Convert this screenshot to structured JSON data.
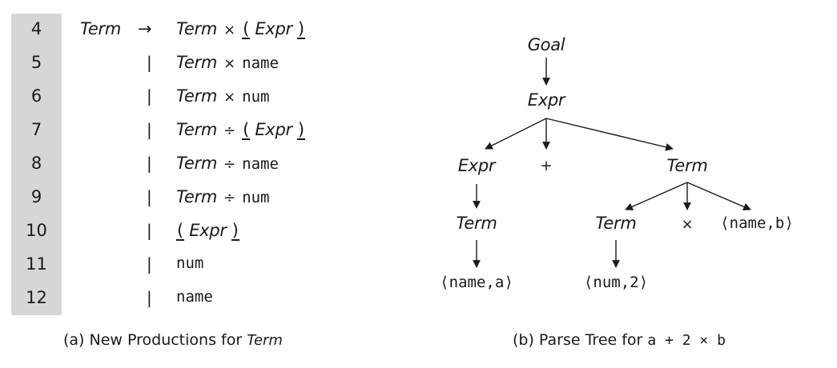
{
  "productions": {
    "rows": [
      {
        "num": "4",
        "lhs": "Term",
        "arrow": "→",
        "bar": "",
        "rhs": [
          {
            "t": "it",
            "v": "Term"
          },
          {
            "t": "sym",
            "v": "×"
          },
          {
            "t": "paren",
            "v": "("
          },
          {
            "t": "it",
            "v": "Expr"
          },
          {
            "t": "paren",
            "v": ")"
          }
        ]
      },
      {
        "num": "5",
        "lhs": "",
        "arrow": "",
        "bar": "|",
        "rhs": [
          {
            "t": "it",
            "v": "Term"
          },
          {
            "t": "sym",
            "v": "×"
          },
          {
            "t": "mono",
            "v": "name"
          }
        ]
      },
      {
        "num": "6",
        "lhs": "",
        "arrow": "",
        "bar": "|",
        "rhs": [
          {
            "t": "it",
            "v": "Term"
          },
          {
            "t": "sym",
            "v": "×"
          },
          {
            "t": "mono",
            "v": "num"
          }
        ]
      },
      {
        "num": "7",
        "lhs": "",
        "arrow": "",
        "bar": "|",
        "rhs": [
          {
            "t": "it",
            "v": "Term"
          },
          {
            "t": "sym",
            "v": "÷"
          },
          {
            "t": "paren",
            "v": "("
          },
          {
            "t": "it",
            "v": "Expr"
          },
          {
            "t": "paren",
            "v": ")"
          }
        ]
      },
      {
        "num": "8",
        "lhs": "",
        "arrow": "",
        "bar": "|",
        "rhs": [
          {
            "t": "it",
            "v": "Term"
          },
          {
            "t": "sym",
            "v": "÷"
          },
          {
            "t": "mono",
            "v": "name"
          }
        ]
      },
      {
        "num": "9",
        "lhs": "",
        "arrow": "",
        "bar": "|",
        "rhs": [
          {
            "t": "it",
            "v": "Term"
          },
          {
            "t": "sym",
            "v": "÷"
          },
          {
            "t": "mono",
            "v": "num"
          }
        ]
      },
      {
        "num": "10",
        "lhs": "",
        "arrow": "",
        "bar": "|",
        "rhs": [
          {
            "t": "paren",
            "v": "("
          },
          {
            "t": "it",
            "v": "Expr"
          },
          {
            "t": "paren",
            "v": ")"
          }
        ]
      },
      {
        "num": "11",
        "lhs": "",
        "arrow": "",
        "bar": "|",
        "rhs": [
          {
            "t": "mono",
            "v": "num"
          }
        ]
      },
      {
        "num": "12",
        "lhs": "",
        "arrow": "",
        "bar": "|",
        "rhs": [
          {
            "t": "mono",
            "v": "name"
          }
        ]
      }
    ],
    "caption": {
      "prefix": "(a) New Productions for ",
      "term": "Term"
    }
  },
  "parse_tree": {
    "nodes": {
      "goal": {
        "label": "Goal",
        "style": "it"
      },
      "expr_root": {
        "label": "Expr",
        "style": "it"
      },
      "expr_left": {
        "label": "Expr",
        "style": "it"
      },
      "plus": {
        "label": "+",
        "style": "sym"
      },
      "term_right": {
        "label": "Term",
        "style": "it"
      },
      "term_left": {
        "label": "Term",
        "style": "it"
      },
      "term_mid": {
        "label": "Term",
        "style": "it"
      },
      "times": {
        "label": "×",
        "style": "sym"
      },
      "name_b": {
        "label": "⟨name,b⟩",
        "style": "mono"
      },
      "name_a": {
        "label": "⟨name,a⟩",
        "style": "mono"
      },
      "num_2": {
        "label": "⟨num,2⟩",
        "style": "mono"
      }
    },
    "caption": {
      "prefix": "(b) Parse Tree for ",
      "expr": "a + 2 × b"
    }
  },
  "colors": {
    "number_column": "#d6d6d6",
    "ink": "#1a1a1a"
  }
}
